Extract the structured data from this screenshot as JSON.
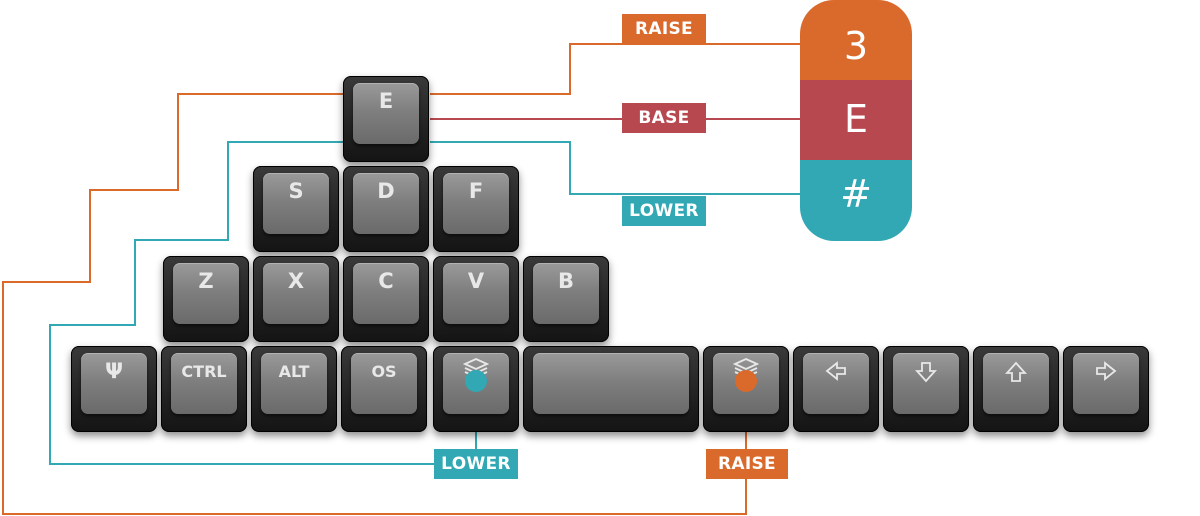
{
  "colors": {
    "raise": "#d96a2b",
    "base": "#b8484f",
    "lower": "#31a8b3"
  },
  "callouts": {
    "raise_top": "RAISE",
    "base": "BASE",
    "lower_top": "LOWER",
    "lower_bottom": "LOWER",
    "raise_bottom": "RAISE"
  },
  "layer_stack": {
    "raise": "3",
    "base": "E",
    "lower": "#"
  },
  "keys": {
    "e": "E",
    "s": "S",
    "d": "D",
    "f": "F",
    "z": "Z",
    "x": "X",
    "c": "C",
    "v": "V",
    "b": "B",
    "psi": "Ψ",
    "ctrl": "CTRL",
    "alt": "ALT",
    "os": "OS",
    "lower_icon": "layers-icon",
    "raise_icon": "layers-icon",
    "spacebar": "",
    "left_icon": "arrow-left-icon",
    "down_icon": "arrow-down-icon",
    "up_icon": "arrow-up-icon",
    "right_icon": "arrow-right-icon"
  }
}
